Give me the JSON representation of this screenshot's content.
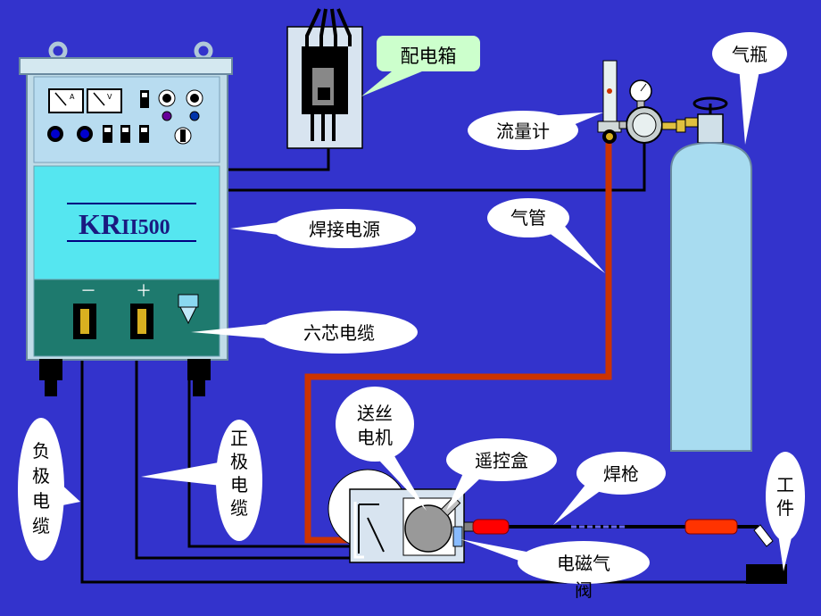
{
  "machine": {
    "brand_main": "KR",
    "brand_sub": "II500",
    "meter_a": "A",
    "meter_v": "V",
    "terminal_minus": "－",
    "terminal_plus": "＋"
  },
  "labels": {
    "distribution_box": "配电箱",
    "gas_cylinder": "气瓶",
    "flow_meter": "流量计",
    "gas_hose": "气管",
    "welding_power_source": "焊接电源",
    "six_core_cable": "六芯电缆",
    "wire_feed_motor": [
      "送丝",
      "电机"
    ],
    "remote_control_box": "遥控盒",
    "welding_torch": "焊枪",
    "workpiece": [
      "工",
      "件"
    ],
    "positive_cable": [
      "正",
      "极",
      "电",
      "缆"
    ],
    "negative_cable": [
      "负",
      "极",
      "电",
      "缆"
    ],
    "solenoid_valve": [
      "电磁气",
      "阀"
    ]
  },
  "colors": {
    "background": "#3333cc",
    "callout_fill": "#ffffff",
    "distribution_label_fill": "#ccffcc",
    "gas_hose": "#cc3300",
    "cable": "#000000",
    "machine_body": "#a8dce8",
    "machine_front": "#55e6f0",
    "machine_base": "#1e7a6e",
    "cylinder": "#a8dcf0"
  }
}
